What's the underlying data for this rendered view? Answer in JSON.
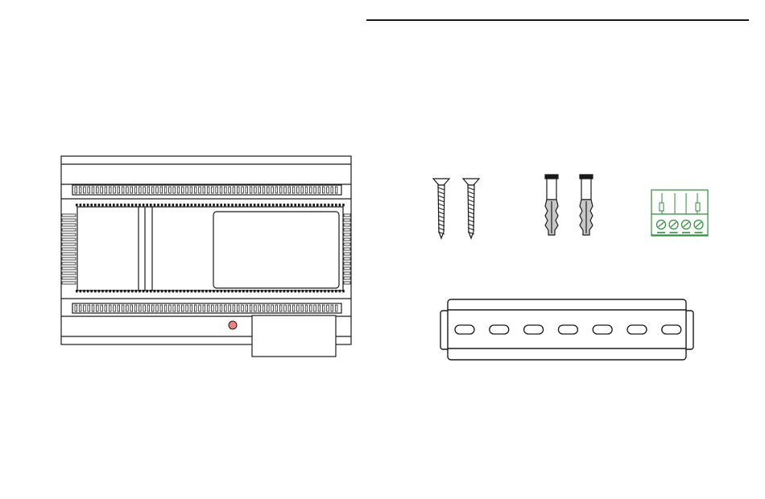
{
  "figure": {
    "background": "#ffffff",
    "line_color": "#1a1a1a",
    "led_color": "#f08080",
    "terminal_color": "#2e8b3a",
    "terminal_fill": "#ffffff",
    "items": [
      {
        "name": "din-rail-device",
        "kind": "module"
      },
      {
        "name": "screws",
        "count": 2
      },
      {
        "name": "wall-plugs",
        "count": 2
      },
      {
        "name": "terminal-block",
        "terminals": 4
      },
      {
        "name": "din-rail",
        "slots": 7
      }
    ]
  }
}
